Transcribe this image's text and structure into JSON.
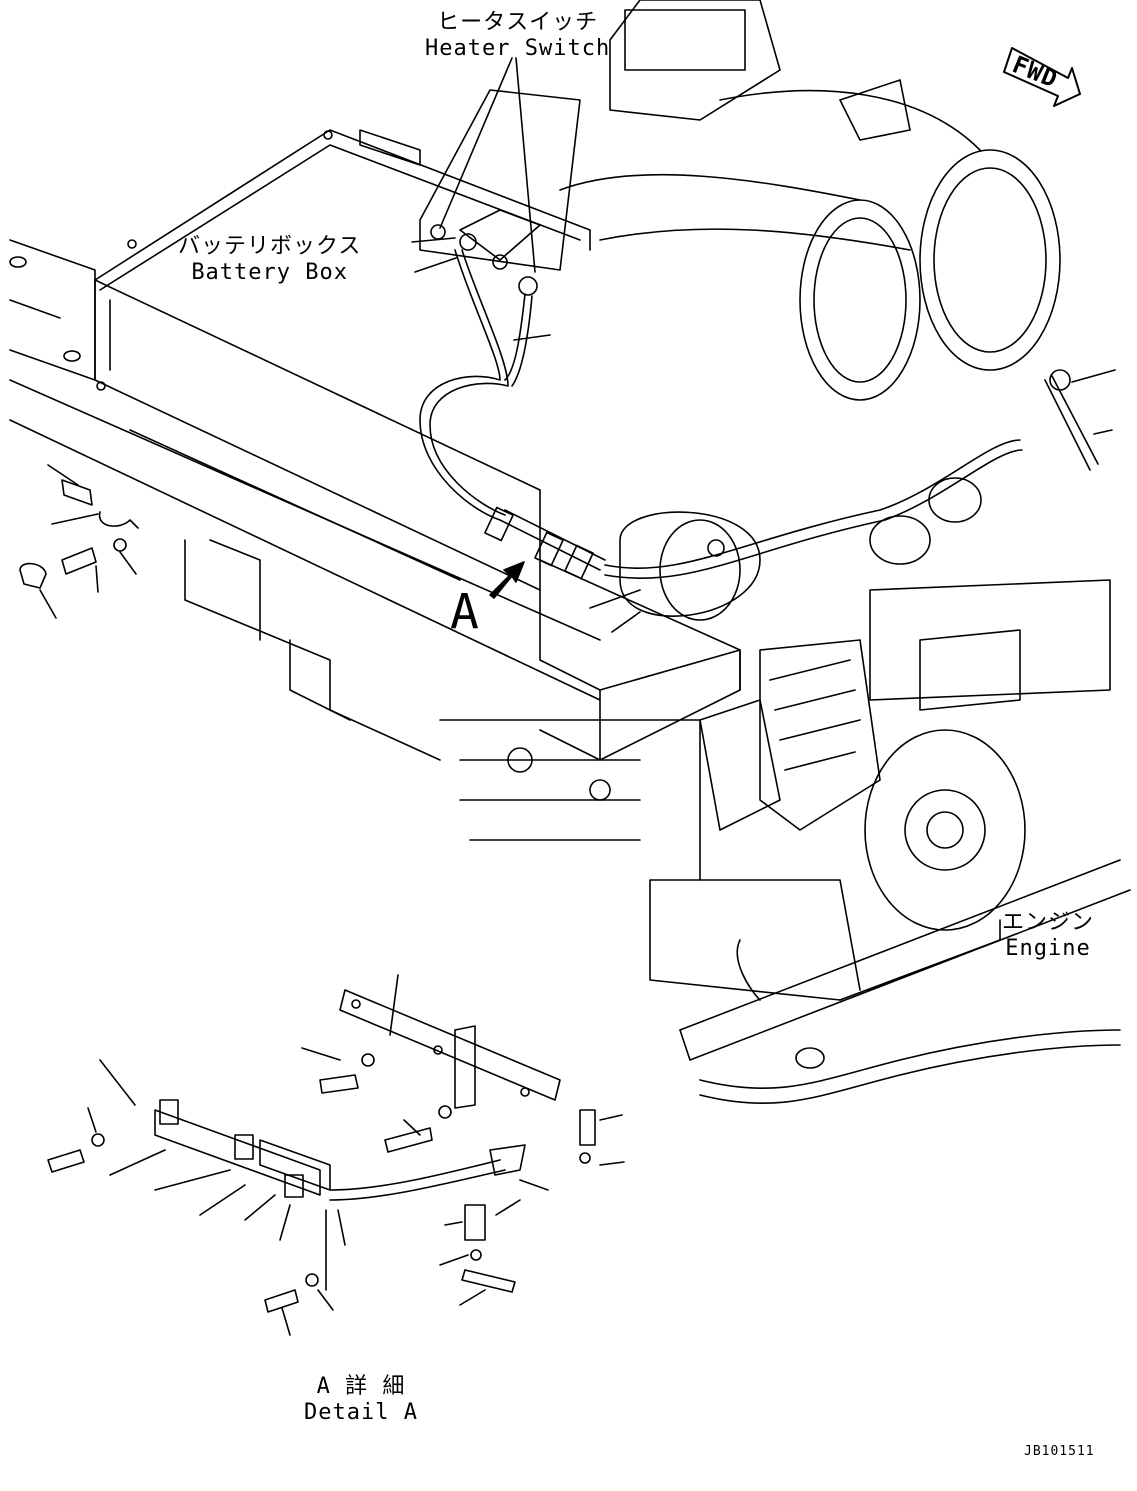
{
  "labels": {
    "heater_switch_jp": "ヒータスイッチ",
    "heater_switch_en": "Heater Switch",
    "battery_box_jp": "バッテリボックス",
    "battery_box_en": "Battery Box",
    "engine_jp": "エンジン",
    "engine_en": "Engine",
    "detail_a_jp": "A 詳 細",
    "detail_a_en": "Detail A",
    "view_marker": "A",
    "fwd": "FWD"
  },
  "drawing_code": "JB101511",
  "colors": {
    "line": "#000000",
    "background": "#ffffff"
  },
  "icons": {
    "direction_arrow": "fwd-arrow-icon",
    "view_arrow": "view-arrow-icon"
  }
}
